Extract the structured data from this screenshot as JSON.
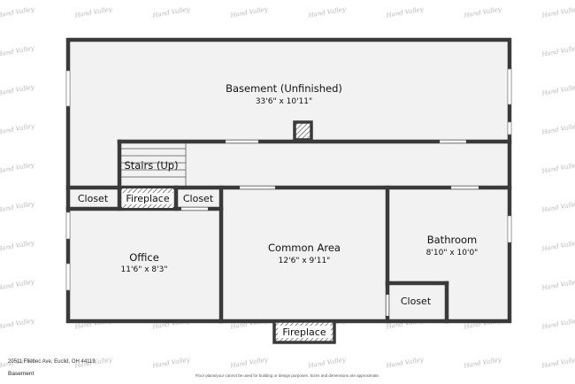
{
  "watermark": "Hand Valley",
  "rooms": {
    "basement": {
      "name": "Basement (Unfinished)",
      "dims": "33'6\" x 10'11\""
    },
    "stairs": {
      "name": "Stairs (Up)"
    },
    "closet_left": {
      "name": "Closet"
    },
    "fireplace_small": {
      "name": "Fireplace"
    },
    "closet_mid": {
      "name": "Closet"
    },
    "office": {
      "name": "Office",
      "dims": "11'6\" x 8'3\""
    },
    "common_area": {
      "name": "Common Area",
      "dims": "12'6\" x 9'11\""
    },
    "bathroom": {
      "name": "Bathroom",
      "dims": "8'10\" x 10'0\""
    },
    "closet_bath": {
      "name": "Closet"
    },
    "fireplace_bottom": {
      "name": "Fireplace"
    }
  },
  "footer": {
    "address": "20511 Fliebec Ave, Euclid, OH 44119",
    "floor_label": "Basement",
    "disclaimer": "Floor plans/your cannot be used for building or design purposes. Sizes and dimensions are approximate."
  }
}
